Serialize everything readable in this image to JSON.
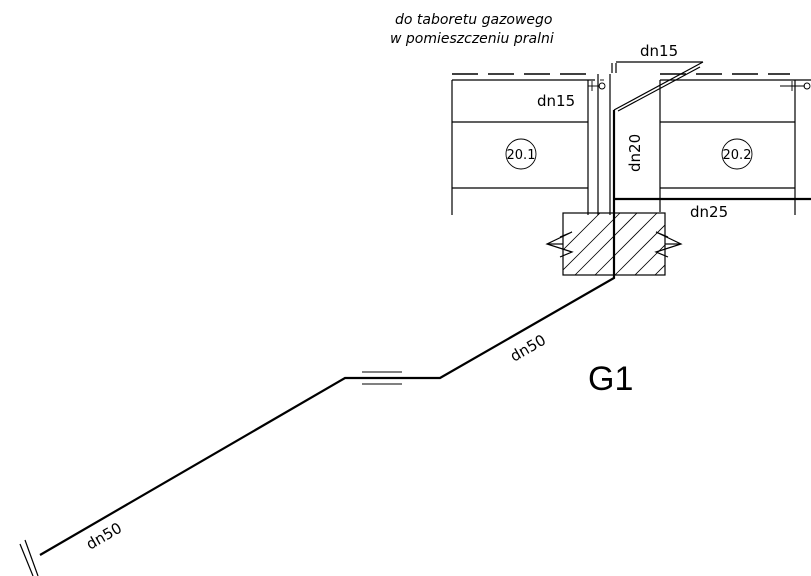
{
  "note": {
    "line1": "do taboretu gazowego",
    "line2": "w pomieszczeniu pralni"
  },
  "labels": {
    "dn15_top": "dn15",
    "dn15_left": "dn15",
    "dn20": "dn20",
    "dn25": "dn25",
    "dn50_mid": "dn50",
    "dn50_low": "dn50"
  },
  "tags": {
    "left": "20.1",
    "right": "20.2"
  },
  "riser_id": "G1"
}
